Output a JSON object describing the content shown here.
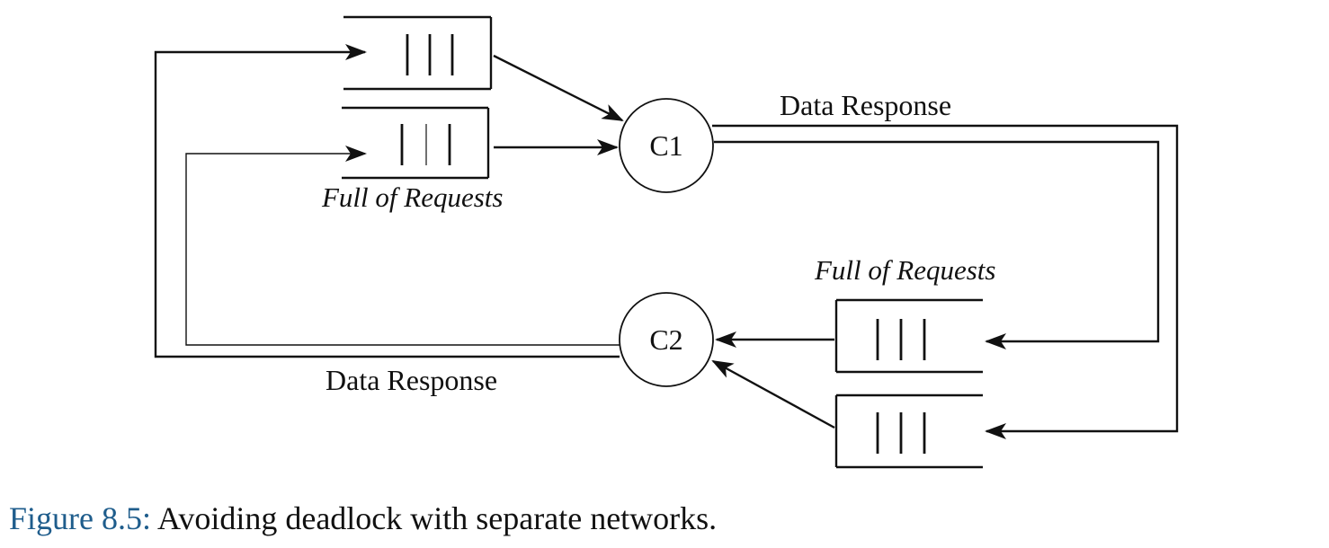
{
  "nodes": {
    "c1": "C1",
    "c2": "C2"
  },
  "labels": {
    "top_response": "Data Response",
    "bottom_response": "Data Response",
    "top_queue_note": "Full of Requests",
    "bottom_queue_note": "Full of Requests"
  },
  "caption": {
    "number": "Figure 8.5:",
    "text": " Avoiding deadlock with separate networks."
  }
}
